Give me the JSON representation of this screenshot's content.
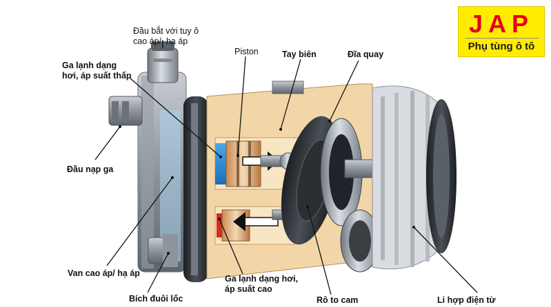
{
  "labels": {
    "connector": "Đầu bắt với tuy ô\ncao áp/  hạ áp",
    "low_pressure_gas": "Ga lạnh dạng\nhơi, áp suất thấp",
    "piston": "Piston",
    "connecting_rod": "Tay biên",
    "rotating_disc": "Đĩa quay",
    "charge_port": "Đầu nạp ga",
    "valve": "Van cao áp/ hạ áp",
    "tail_flange": "Bích đuôi lốc",
    "high_pressure_gas": "Ga lạnh dạng hơi,\náp suất cao",
    "cam_rotor": "Rô to cam",
    "clutch": "Li hợp điện từ"
  },
  "logo": {
    "brand": "JAP",
    "tagline": "Phụ tùng ô tô",
    "colors": {
      "background": "#ffec00",
      "brand": "#e3001b"
    }
  }
}
